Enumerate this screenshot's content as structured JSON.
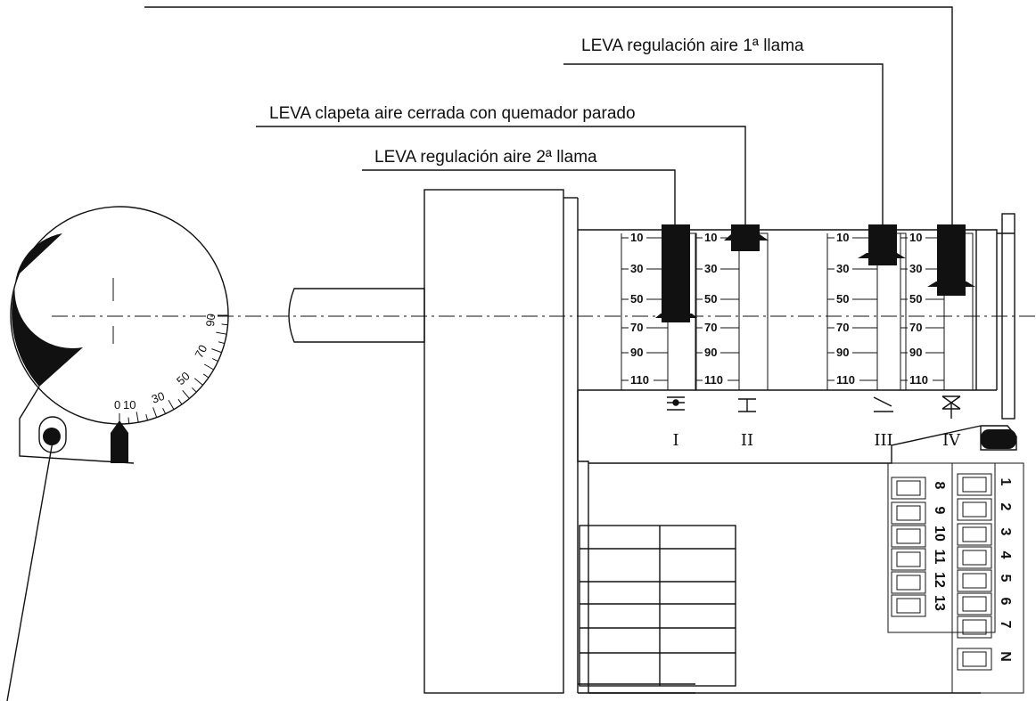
{
  "labels": {
    "cam_air_flame1": "LEVA regulación aire 1ª llama",
    "cam_air_closed": "LEVA clapeta aire cerrada con quemador parado",
    "cam_air_flame2": "LEVA regulación aire 2ª llama"
  },
  "cams": [
    {
      "roman": "I",
      "scale": [
        "10",
        "30",
        "50",
        "70",
        "90",
        "110"
      ]
    },
    {
      "roman": "II",
      "scale": [
        "10",
        "30",
        "50",
        "70",
        "90",
        "110"
      ]
    },
    {
      "roman": "III",
      "scale": [
        "10",
        "30",
        "50",
        "70",
        "90",
        "110"
      ]
    },
    {
      "roman": "IV",
      "scale": [
        "10",
        "30",
        "50",
        "70",
        "90",
        "110"
      ]
    }
  ],
  "dial": {
    "scale": [
      "0",
      "10",
      "30",
      "50",
      "70",
      "90"
    ]
  },
  "terminals": {
    "right": [
      "1",
      "2",
      "3",
      "4",
      "5",
      "6",
      "7",
      "N"
    ],
    "left": [
      "8",
      "9",
      "10",
      "11",
      "12",
      "13"
    ]
  }
}
